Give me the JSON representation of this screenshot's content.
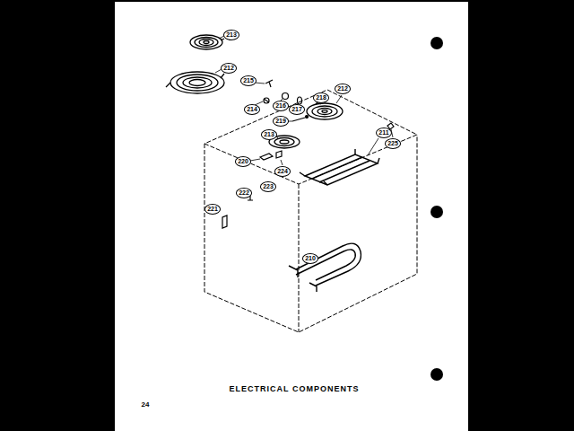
{
  "diagram": {
    "caption": "ELECTRICAL COMPONENTS",
    "labels": [
      "213",
      "212",
      "215",
      "212",
      "218",
      "216",
      "217",
      "214",
      "219",
      "211",
      "213",
      "225",
      "220",
      "224",
      "223",
      "222",
      "221",
      "210",
      "24"
    ]
  }
}
